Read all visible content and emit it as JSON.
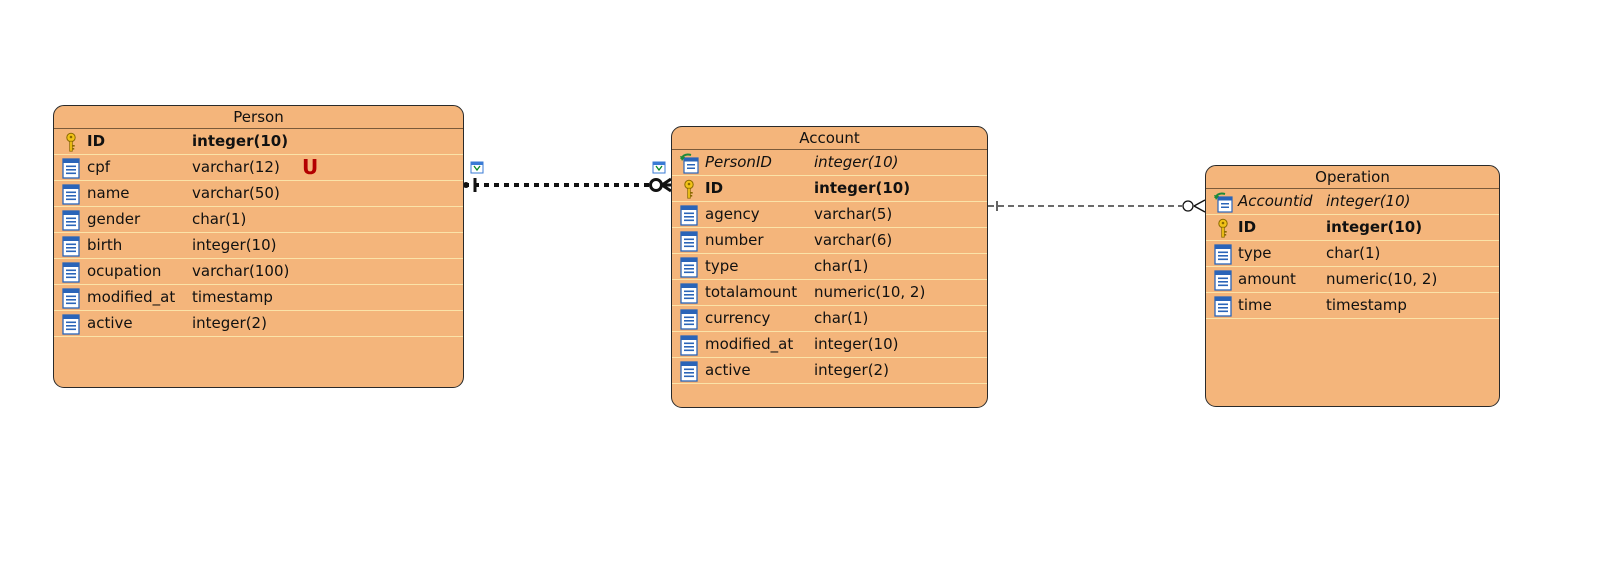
{
  "entities": {
    "person": {
      "title": "Person",
      "unique_badge": "U",
      "rows": [
        {
          "name": "ID",
          "type": "integer(10)",
          "kind": "pk"
        },
        {
          "name": "cpf",
          "type": "varchar(12)",
          "kind": "col"
        },
        {
          "name": "name",
          "type": "varchar(50)",
          "kind": "col"
        },
        {
          "name": "gender",
          "type": "char(1)",
          "kind": "col"
        },
        {
          "name": "birth",
          "type": "integer(10)",
          "kind": "col"
        },
        {
          "name": "ocupation",
          "type": "varchar(100)",
          "kind": "col"
        },
        {
          "name": "modified_at",
          "type": "timestamp",
          "kind": "col"
        },
        {
          "name": "active",
          "type": "integer(2)",
          "kind": "col"
        }
      ]
    },
    "account": {
      "title": "Account",
      "rows": [
        {
          "name": "PersonID",
          "type": "integer(10)",
          "kind": "fk"
        },
        {
          "name": "ID",
          "type": "integer(10)",
          "kind": "pk"
        },
        {
          "name": "agency",
          "type": "varchar(5)",
          "kind": "col"
        },
        {
          "name": "number",
          "type": "varchar(6)",
          "kind": "col"
        },
        {
          "name": "type",
          "type": "char(1)",
          "kind": "col"
        },
        {
          "name": "totalamount",
          "type": "numeric(10, 2)",
          "kind": "col"
        },
        {
          "name": "currency",
          "type": "char(1)",
          "kind": "col"
        },
        {
          "name": "modified_at",
          "type": "integer(10)",
          "kind": "col"
        },
        {
          "name": "active",
          "type": "integer(2)",
          "kind": "col"
        }
      ]
    },
    "operation": {
      "title": "Operation",
      "rows": [
        {
          "name": "Accountid",
          "type": "integer(10)",
          "kind": "fk"
        },
        {
          "name": "ID",
          "type": "integer(10)",
          "kind": "pk"
        },
        {
          "name": "type",
          "type": "char(1)",
          "kind": "col"
        },
        {
          "name": "amount",
          "type": "numeric(10, 2)",
          "kind": "col"
        },
        {
          "name": "time",
          "type": "timestamp",
          "kind": "col"
        }
      ]
    }
  },
  "relationships": [
    {
      "from": "Person",
      "to": "Account",
      "from_cardinality": "one-and-only-one",
      "to_cardinality": "zero-or-many",
      "style": "dotted-thick"
    },
    {
      "from": "Account",
      "to": "Operation",
      "from_cardinality": "one",
      "to_cardinality": "zero-or-many",
      "style": "dashed"
    }
  ],
  "colors": {
    "entity_fill": "#f4b57b",
    "entity_border": "#2a2a2a",
    "row_separator": "#fbe3a8",
    "key_icon": "#e8b400",
    "unique_badge": "#b30000"
  }
}
